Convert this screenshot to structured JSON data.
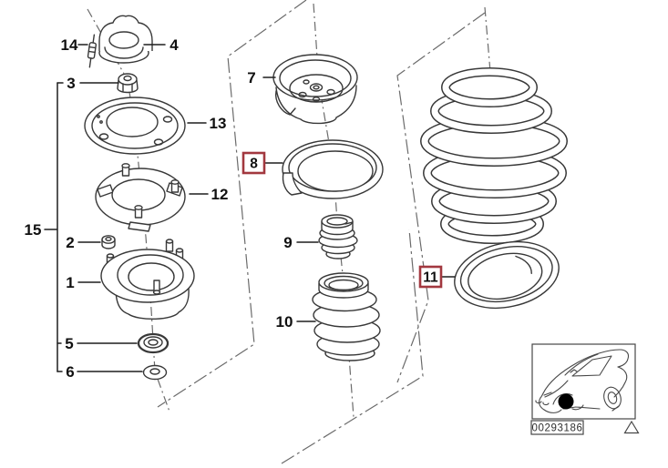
{
  "colors": {
    "background": "#ffffff",
    "line": "#383838",
    "construction_line": "#6b6b6b",
    "leader": "#1f1f1f",
    "callout_text": "#101010",
    "highlight_border": "#a2383f",
    "marker_dot": "#000000"
  },
  "callouts": {
    "n1": "1",
    "n2": "2",
    "n3": "3",
    "n4": "4",
    "n5": "5",
    "n6": "6",
    "n7": "7",
    "n8": "8",
    "n9": "9",
    "n10": "10",
    "n11": "11",
    "n12": "12",
    "n13": "13",
    "n14": "14",
    "n15": "15"
  },
  "highlighted_callouts": [
    "8",
    "11"
  ],
  "thumbnail": {
    "part_code": "00293186"
  }
}
